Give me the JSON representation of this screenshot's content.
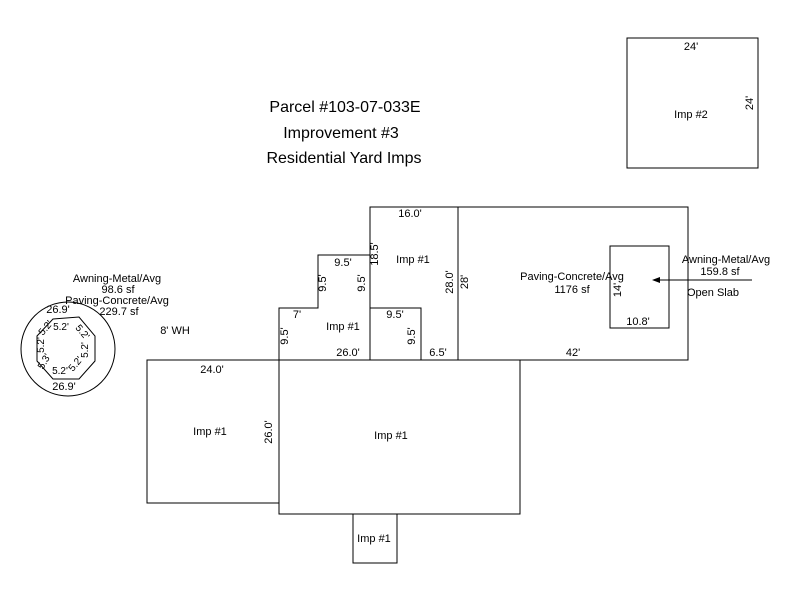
{
  "title": {
    "line1": "Parcel #103-07-033E",
    "line2": "Improvement #3",
    "line3": "Residential Yard Imps"
  },
  "imp2": {
    "label": "Imp #2",
    "top_dim": "24'",
    "side_dim": "24'"
  },
  "upper_left_block": {
    "label": "Imp #1",
    "top_dim": "16.0'",
    "dim_18_5": "18.5'",
    "right_dim": "28.0'"
  },
  "paving_block": {
    "label": "Paving-Concrete/Avg",
    "area": "1176 sf",
    "left_dim": "28'",
    "bottom_dim": "42'",
    "inner_rect": {
      "side_dim": "14'",
      "bottom_dim": "10.8'"
    }
  },
  "awning_right": {
    "label": "Awning-Metal/Avg",
    "area": "159.8 sf",
    "sublabel": "Open Slab"
  },
  "step_block": {
    "label": "Imp #1",
    "dim_9_5_top": "9.5'",
    "dim_9_5_left_upper": "9.5'",
    "dim_9_5_mid": "9.5'",
    "dim_9_5_right_top": "9.5'",
    "dim_7": "7'",
    "dim_9_5_left_lower": "9.5'",
    "dim_9_5_right_lower": "9.5'",
    "bottom_dim": "26.0'",
    "dim_6_5": "6.5'"
  },
  "left_block": {
    "label": "Imp #1",
    "top_dim": "24.0'",
    "side_dim": "26.0'"
  },
  "main_block": {
    "label": "Imp #1"
  },
  "small_bottom": {
    "label": "Imp #1"
  },
  "awning_left": {
    "label": "Awning-Metal/Avg",
    "area": "98.6 sf"
  },
  "paving_left": {
    "label": "Paving-Concrete/Avg",
    "area": "229.7 sf"
  },
  "wh_label": "8' WH",
  "octagon": {
    "top_dim": "26.9'",
    "bottom_dim": "26.9'",
    "sides": [
      "5.2'",
      "5.2'",
      "5.2'",
      "5.2'",
      "5.2'",
      "5.3'",
      "5.2'",
      "5.2'"
    ]
  }
}
